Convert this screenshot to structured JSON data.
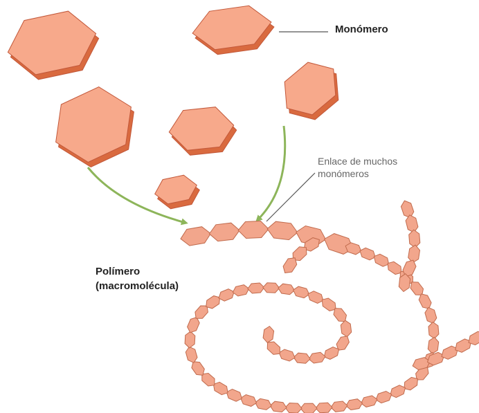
{
  "labels": {
    "monomer": "Monómero",
    "link_line1": "Enlace de muchos",
    "link_line2": "monómeros",
    "polymer_line1": "Polímero",
    "polymer_line2": "(macromolécula)"
  },
  "colors": {
    "monomer_face": "#f7a98b",
    "monomer_side": "#d96a3f",
    "monomer_edge": "#c2583a",
    "chain_face": "#f2a68c",
    "chain_edge": "#c06a4c",
    "arrow": "#8db55a",
    "leader_line": "#555555"
  },
  "icons": {
    "arrow": "curved-arrow",
    "monomer": "hexagon"
  }
}
